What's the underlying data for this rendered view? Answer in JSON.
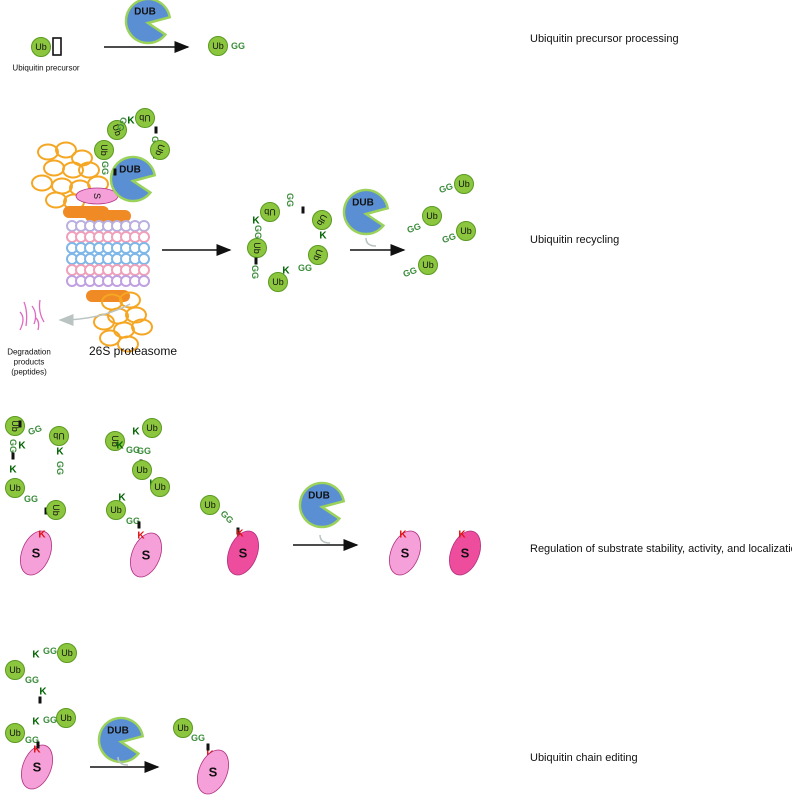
{
  "rows": [
    {
      "label": "Ubiquitin precursor processing"
    },
    {
      "label": "Ubiquitin recycling"
    },
    {
      "label": "Regulation of substrate stability, activity, and localization"
    },
    {
      "label": "Ubiquitin chain editing"
    }
  ],
  "molecules": {
    "ub": "Ub",
    "gg": "GG",
    "k": "K",
    "dub": "DUB",
    "substrate": "S",
    "proteasome_substrate": "S"
  },
  "captions": {
    "precursor": "Ubiquitin precursor",
    "proteasome": "26S proteasome",
    "degradation": [
      "Degradation",
      "products",
      "(peptides)"
    ]
  },
  "colors": {
    "ub_fill": "#8cc63f",
    "ub_stroke": "#5a9a1f",
    "gg_text": "#3c8c3c",
    "k_text": "#006400",
    "k_substrate": "#e01010",
    "dub_fill": "#5b8fd4",
    "dub_stroke": "#9ad25a",
    "substrate_light": "#f5a0d8",
    "substrate_dark": "#ee4c9c",
    "proteasome_cap": "#f5a623",
    "proteasome_ring": "#f08a24"
  }
}
